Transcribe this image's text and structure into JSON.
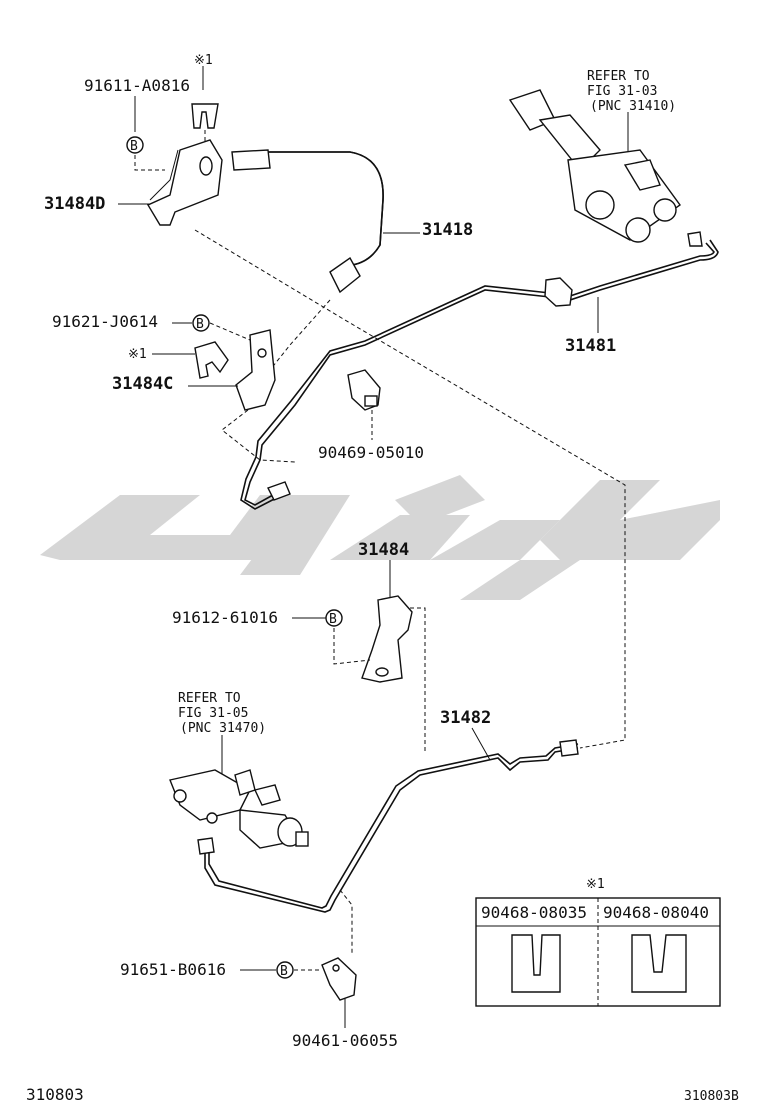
{
  "diagram": {
    "labels": {
      "p91611": "91611-A0816",
      "star1_top": "※1",
      "p31484D": "31484D",
      "p31418": "31418",
      "refer_top_1": "REFER TO",
      "refer_top_2": "FIG 31-03",
      "refer_top_3": "(PNC 31410)",
      "p31481": "31481",
      "p91621": "91621-J0614",
      "star1_mid": "※1",
      "p31484C": "31484C",
      "p90469": "90469-05010",
      "p31484": "31484",
      "p91612": "91612-61016",
      "refer_bot_1": "REFER TO",
      "refer_bot_2": "FIG 31-05",
      "refer_bot_3": "(PNC 31470)",
      "p31482": "31482",
      "p91651": "91651-B0616",
      "p90461": "90461-06055",
      "star1_box": "※1",
      "box_left": "90468-08035",
      "box_right": "90468-08040",
      "fig_left": "310803",
      "fig_right": "310803B",
      "bolt_b": "B"
    }
  }
}
